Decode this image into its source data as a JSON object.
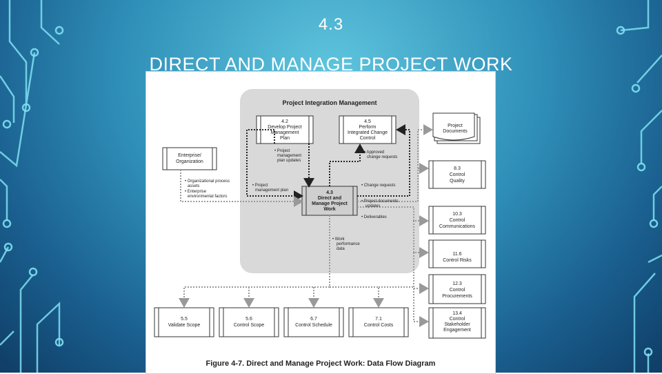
{
  "slide": {
    "number": "4.3",
    "title": "DIRECT AND MANAGE PROJECT WORK"
  },
  "colors": {
    "accent": "#2f8fb8",
    "circuit": "#7fe0f2",
    "panel": "#d9d9d9"
  },
  "diagram": {
    "panel_title": "Project Integration Management",
    "caption": "Figure 4-7. Direct and Manage Project Work: Data Flow Diagram",
    "process_develop": [
      "4.2",
      "Develop Project",
      "Management",
      "Plan"
    ],
    "process_perform": [
      "4.5",
      "Perform",
      "Integrated Change",
      "Control"
    ],
    "process_main": [
      "4.3",
      "Direct and",
      "Manage Project",
      "Work"
    ],
    "enterprise": [
      "Enterprise/",
      "Organization"
    ],
    "project_documents": [
      "Project",
      "Documents"
    ],
    "right_boxes": [
      [
        "8.3",
        "Control",
        "Quality"
      ],
      [
        "10.3",
        "Control",
        "Communications"
      ],
      [
        "11.6",
        "Control Risks"
      ],
      [
        "12.3",
        "Control",
        "Procurements"
      ],
      [
        "13.4",
        "Control",
        "Stakeholder",
        "Engagement"
      ]
    ],
    "bottom_boxes": [
      [
        "5.5",
        "Validate Scope"
      ],
      [
        "5.6",
        "Control Scope"
      ],
      [
        "6.7",
        "Control Schedule"
      ],
      [
        "7.1",
        "Control Costs"
      ]
    ],
    "labels": {
      "plan_updates": [
        "• Project",
        "management",
        "plan updates"
      ],
      "approved": [
        "• Approved",
        "change requests"
      ],
      "pm_plan": [
        "• Project",
        "management plan"
      ],
      "org_assets": [
        "• Organizational process",
        "assets",
        "• Enterprise",
        "environmental factors"
      ],
      "change_requests": "• Change requests",
      "doc_updates": [
        "• Project documents",
        "updates"
      ],
      "deliverables": "• Deliverables",
      "work_perf": [
        "• Work",
        "performance",
        "data"
      ]
    }
  }
}
